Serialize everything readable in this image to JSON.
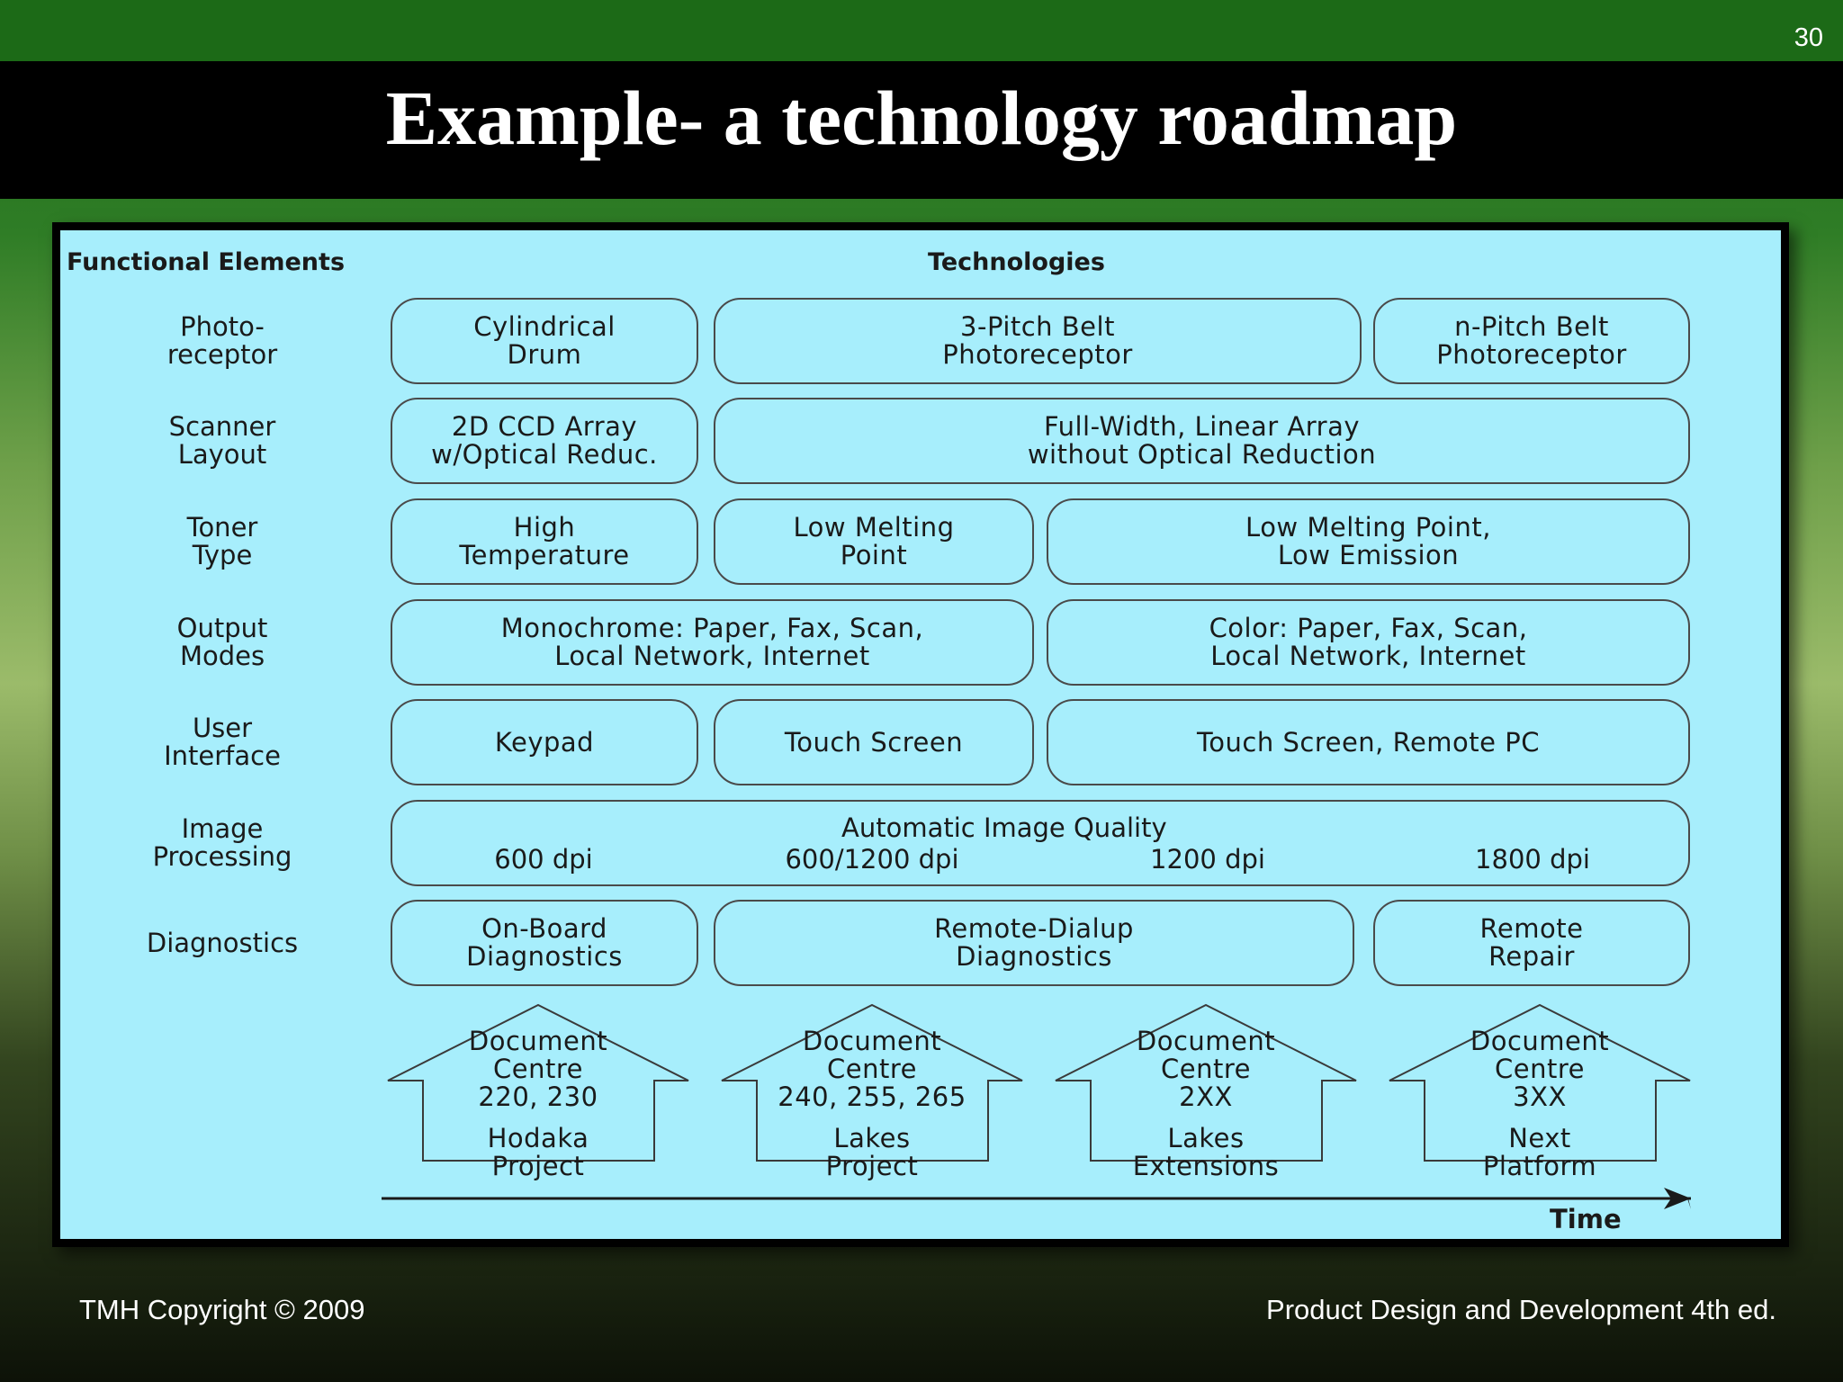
{
  "slide": {
    "page_number": "30",
    "title": "Example- a technology roadmap",
    "footer_left": "TMH Copyright © 2009",
    "footer_right": "Product Design and Development 4th ed."
  },
  "diagram": {
    "header_left": "Functional Elements",
    "header_center": "Technologies",
    "rows": [
      {
        "label": "Photo-\nreceptor",
        "boxes": [
          "Cylindrical\nDrum",
          "3-Pitch Belt\nPhotoreceptor",
          "n-Pitch Belt\nPhotoreceptor"
        ]
      },
      {
        "label": "Scanner\nLayout",
        "boxes": [
          "2D CCD Array\nw/Optical Reduc.",
          "Full-Width, Linear Array\nwithout Optical Reduction"
        ]
      },
      {
        "label": "Toner\nType",
        "boxes": [
          "High\nTemperature",
          "Low Melting\nPoint",
          "Low Melting Point,\nLow Emission"
        ]
      },
      {
        "label": "Output\nModes",
        "boxes": [
          "Monochrome: Paper, Fax, Scan,\nLocal Network, Internet",
          "Color: Paper, Fax, Scan,\nLocal Network, Internet"
        ]
      },
      {
        "label": "User\nInterface",
        "boxes": [
          "Keypad",
          "Touch Screen",
          "Touch Screen, Remote PC"
        ]
      },
      {
        "label": "Image\nProcessing",
        "boxes": [
          "Automatic Image Quality"
        ],
        "dpi": [
          "600 dpi",
          "600/1200 dpi",
          "1200 dpi",
          "1800 dpi"
        ]
      },
      {
        "label": "Diagnostics",
        "boxes": [
          "On-Board\nDiagnostics",
          "Remote-Dialup\nDiagnostics",
          "Remote\nRepair"
        ]
      }
    ],
    "platforms": [
      {
        "product": "Document\nCentre\n220, 230",
        "project": "Hodaka\nProject"
      },
      {
        "product": "Document\nCentre\n240, 255, 265",
        "project": "Lakes\nProject"
      },
      {
        "product": "Document\nCentre\n2XX",
        "project": "Lakes\nExtensions"
      },
      {
        "product": "Document\nCentre\n3XX",
        "project": "Next\nPlatform"
      }
    ],
    "time_label": "Time"
  }
}
